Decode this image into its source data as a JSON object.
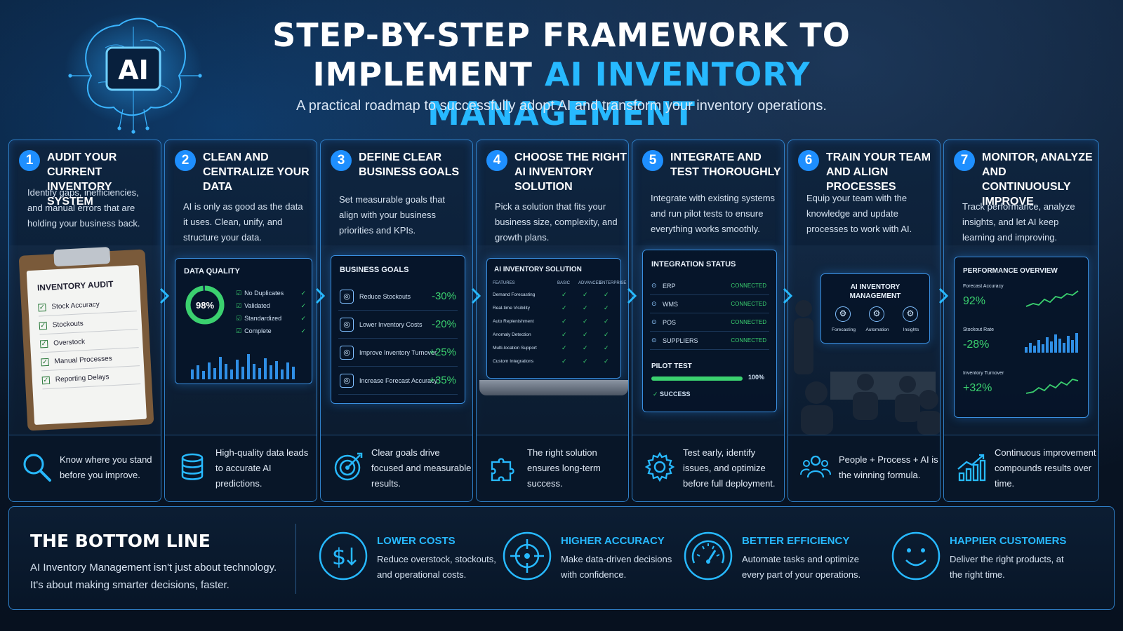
{
  "header": {
    "title_line1": "STEP-BY-STEP FRAMEWORK TO",
    "title_line2_white": "IMPLEMENT ",
    "title_line2_cyan": "AI INVENTORY MANAGEMENT",
    "subtitle": "A practical roadmap to successfully adopt AI and transform your inventory operations.",
    "logo_text": "AI"
  },
  "steps": [
    {
      "num": "1",
      "title": "AUDIT YOUR CURRENT INVENTORY SYSTEM",
      "desc": "Identify gaps, inefficiencies, and manual errors that are holding your business back.",
      "foot": "Know where you stand before you improve.",
      "icon": "magnifier-icon"
    },
    {
      "num": "2",
      "title": "CLEAN AND CENTRALIZE YOUR DATA",
      "desc": "AI is only as good as the data it uses. Clean, unify, and structure your data.",
      "foot": "High-quality data leads to accurate AI predictions.",
      "icon": "database-icon"
    },
    {
      "num": "3",
      "title": "DEFINE CLEAR BUSINESS GOALS",
      "desc": "Set measurable goals that align with your business priorities and KPIs.",
      "foot": "Clear goals drive focused and measurable results.",
      "icon": "target-icon"
    },
    {
      "num": "4",
      "title": "CHOOSE THE RIGHT AI INVENTORY SOLUTION",
      "desc": "Pick a solution that fits your business size, complexity, and growth plans.",
      "foot": "The right solution ensures long-term success.",
      "icon": "puzzle-icon"
    },
    {
      "num": "5",
      "title": "INTEGRATE AND TEST THOROUGHLY",
      "desc": "Integrate with existing systems and run pilot tests to ensure everything works smoothly.",
      "foot": "Test early, identify issues, and optimize before full deployment.",
      "icon": "gear-icon"
    },
    {
      "num": "6",
      "title": "TRAIN YOUR TEAM AND ALIGN PROCESSES",
      "desc": "Equip your team with the knowledge and update processes to work with AI.",
      "foot": "People + Process + AI is the winning formula.",
      "icon": "team-icon"
    },
    {
      "num": "7",
      "title": "MONITOR, ANALYZE AND CONTINUOUSLY IMPROVE",
      "desc": "Track performance, analyze insights, and let AI keep learning and improving.",
      "foot": "Continuous improvement compounds results over time.",
      "icon": "growth-chart-icon"
    }
  ],
  "audit": {
    "title": "INVENTORY AUDIT",
    "items": [
      "Stock Accuracy",
      "Stockouts",
      "Overstock",
      "Manual Processes",
      "Reporting Delays"
    ]
  },
  "data_quality": {
    "title": "DATA QUALITY",
    "percent_label": "98%",
    "percent_value": 98,
    "items": [
      "No Duplicates",
      "Validated",
      "Standardized",
      "Complete"
    ]
  },
  "business_goals": {
    "title": "BUSINESS GOALS",
    "rows": [
      {
        "label": "Reduce Stockouts",
        "value": "-30%"
      },
      {
        "label": "Lower Inventory Costs",
        "value": "-20%"
      },
      {
        "label": "Improve Inventory Turnover",
        "value": "+25%"
      },
      {
        "label": "Increase Forecast Accuracy",
        "value": "+35%"
      }
    ]
  },
  "solution": {
    "title": "AI INVENTORY SOLUTION",
    "headers": [
      "FEATURES",
      "BASIC",
      "ADVANCED",
      "ENTERPRISE"
    ],
    "features": [
      "Demand Forecasting",
      "Real-time Visibility",
      "Auto Replenishment",
      "Anomaly Detection",
      "Multi-location Support",
      "Custom Integrations"
    ],
    "check": "✓"
  },
  "integration": {
    "title": "INTEGRATION STATUS",
    "systems": [
      {
        "name": "ERP",
        "status": "CONNECTED"
      },
      {
        "name": "WMS",
        "status": "CONNECTED"
      },
      {
        "name": "POS",
        "status": "CONNECTED"
      },
      {
        "name": "SUPPLIERS",
        "status": "CONNECTED"
      }
    ],
    "pilot_title": "PILOT TEST",
    "pilot_percent_label": "100%",
    "pilot_value": 1.0,
    "pilot_result": "SUCCESS"
  },
  "training": {
    "screen_title": "AI INVENTORY MANAGEMENT",
    "screen_items": [
      "Forecasting",
      "Automation",
      "Insights"
    ]
  },
  "performance": {
    "title": "PERFORMANCE OVERVIEW",
    "metrics": [
      {
        "label": "Forecast Accuracy",
        "value": "92%"
      },
      {
        "label": "Stockout Rate",
        "value": "-28%"
      },
      {
        "label": "Inventory Turnover",
        "value": "+32%"
      }
    ]
  },
  "bottom": {
    "title": "THE BOTTOM LINE",
    "desc": "AI Inventory Management isn't just about technology. It's about making smarter decisions, faster.",
    "benefits": [
      {
        "title": "LOWER COSTS",
        "desc": "Reduce overstock, stockouts, and operational costs.",
        "icon": "dollar-down-icon"
      },
      {
        "title": "HIGHER ACCURACY",
        "desc": "Make data-driven decisions with confidence.",
        "icon": "crosshair-icon"
      },
      {
        "title": "BETTER EFFICIENCY",
        "desc": "Automate tasks and optimize every part of your operations.",
        "icon": "speedometer-icon"
      },
      {
        "title": "HAPPIER CUSTOMERS",
        "desc": "Deliver the right products, at the right time.",
        "icon": "smiley-icon"
      }
    ]
  },
  "colors": {
    "accent": "#27b9ff",
    "badge": "#1e8fff",
    "border": "#2f7fc7",
    "positive": "#3bd16f"
  }
}
